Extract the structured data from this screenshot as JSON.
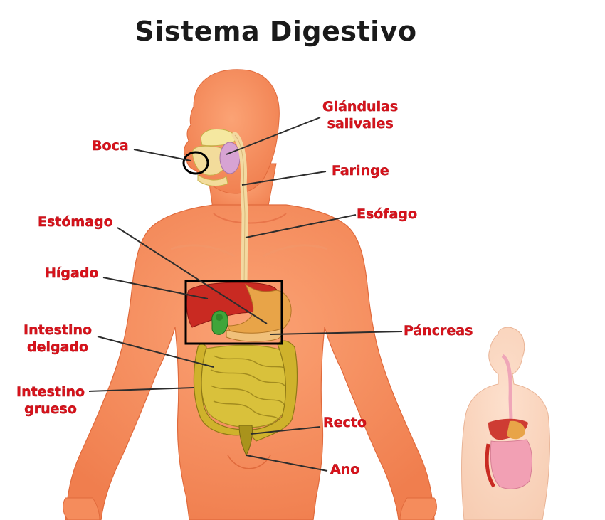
{
  "title": "Sistema Digestivo",
  "labels": {
    "boca": "Boca",
    "glandulas": "Glándulas\nsalivales",
    "faringe": "Faringe",
    "esofago": "Esófago",
    "estomago": "Estómago",
    "higado": "Hígado",
    "pancreas": "Páncreas",
    "intestino_delgado": "Intestino\ndelgado",
    "intestino_grueso": "Intestino\ngrueso",
    "recto": "Recto",
    "ano": "Ano"
  },
  "colors": {
    "skin": "#f7905f",
    "skin_shadow": "#ec7a4b",
    "label": "#d8121b",
    "liver": "#c92a22",
    "stomach": "#e8a448",
    "intestine": "#d9c13b",
    "esophagus": "#f3d9a1",
    "gallbladder": "#3fa53a",
    "salivary": "#d7a3d3",
    "highlight_box": "#000000"
  }
}
